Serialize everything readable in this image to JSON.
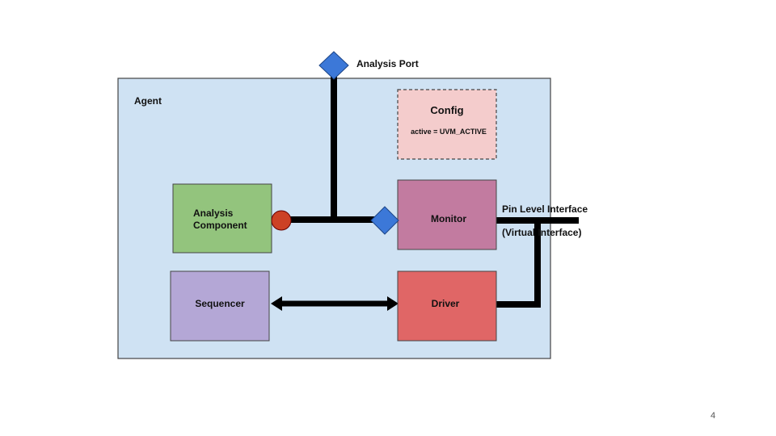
{
  "agent": {
    "label": "Agent",
    "fill": "#cfe2f3"
  },
  "analysis_port": {
    "label": "Analysis Port",
    "color": "#3c78d8"
  },
  "config": {
    "title": "Config",
    "setting": "active = UVM_ACTIVE",
    "fill": "#f4cccc"
  },
  "analysis_component": {
    "line1": "Analysis",
    "line2": "Component",
    "fill": "#93c47d",
    "export_color": "#cc4125"
  },
  "monitor": {
    "label": "Monitor",
    "fill": "#c27ba0"
  },
  "sequencer": {
    "label": "Sequencer",
    "fill": "#b4a7d6"
  },
  "driver": {
    "label": "Driver",
    "fill": "#e06666"
  },
  "interface": {
    "pin_level": "Pin Level Interface",
    "virtual": "(Virtual Interface)"
  },
  "page_number": "4"
}
